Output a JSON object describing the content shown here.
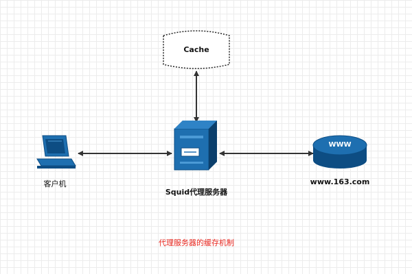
{
  "nodes": {
    "cache": {
      "label": "Cache"
    },
    "client": {
      "label": "客户机"
    },
    "proxy": {
      "label": "Squid代理服务器"
    },
    "web": {
      "label": "www.163.com",
      "badge": "WWW"
    }
  },
  "caption": "代理服务器的缓存机制",
  "colors": {
    "device_blue": "#1e6fb0",
    "device_dark": "#0d4d83",
    "caption_red": "#e8271f",
    "arrow": "#333333"
  },
  "icons": {
    "client": "desktop-computer-icon",
    "proxy": "server-tower-icon",
    "web": "database-disk-icon"
  }
}
